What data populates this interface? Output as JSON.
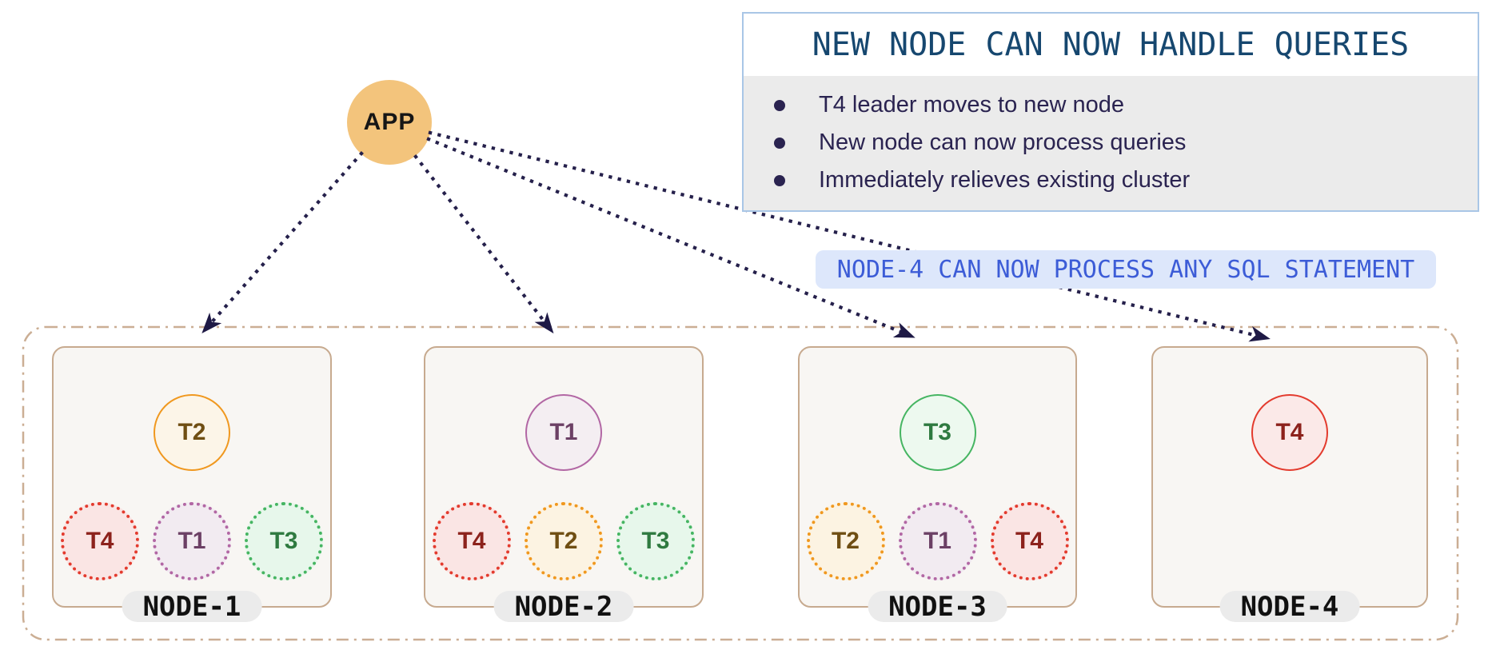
{
  "app": {
    "label": "APP"
  },
  "info_box": {
    "title": "NEW NODE CAN NOW HANDLE QUERIES",
    "bullets": [
      "T4 leader moves to new node",
      "New node can now process queries",
      "Immediately relieves existing cluster"
    ]
  },
  "callout": {
    "text": "NODE-4 CAN NOW PROCESS ANY SQL STATEMENT"
  },
  "cluster": {
    "nodes": [
      {
        "label": "NODE-1",
        "leader": {
          "id": "T2",
          "variant": "orange"
        },
        "followers": [
          {
            "id": "T4",
            "variant": "red"
          },
          {
            "id": "T1",
            "variant": "purple"
          },
          {
            "id": "T3",
            "variant": "green"
          }
        ]
      },
      {
        "label": "NODE-2",
        "leader": {
          "id": "T1",
          "variant": "purple"
        },
        "followers": [
          {
            "id": "T4",
            "variant": "red"
          },
          {
            "id": "T2",
            "variant": "orange"
          },
          {
            "id": "T3",
            "variant": "green"
          }
        ]
      },
      {
        "label": "NODE-3",
        "leader": {
          "id": "T3",
          "variant": "green"
        },
        "followers": [
          {
            "id": "T2",
            "variant": "orange"
          },
          {
            "id": "T1",
            "variant": "purple"
          },
          {
            "id": "T4",
            "variant": "red"
          }
        ]
      },
      {
        "label": "NODE-4",
        "leader": {
          "id": "T4",
          "variant": "red"
        },
        "followers": []
      }
    ]
  },
  "colors": {
    "arrow_navy": "#25204B",
    "title_navy": "#16476F",
    "bullet_indigo": "#2A2350",
    "callout_text_blue": "#3C5CD7",
    "callout_bg": "#DDE7FB",
    "app_fill": "#F3C47C",
    "node_fill": "#F8F6F3",
    "node_border": "#C7AA8F",
    "outer_border": "#CBAE94",
    "info_border": "#A9C6E6",
    "info_body_bg": "#EBEBEB"
  }
}
